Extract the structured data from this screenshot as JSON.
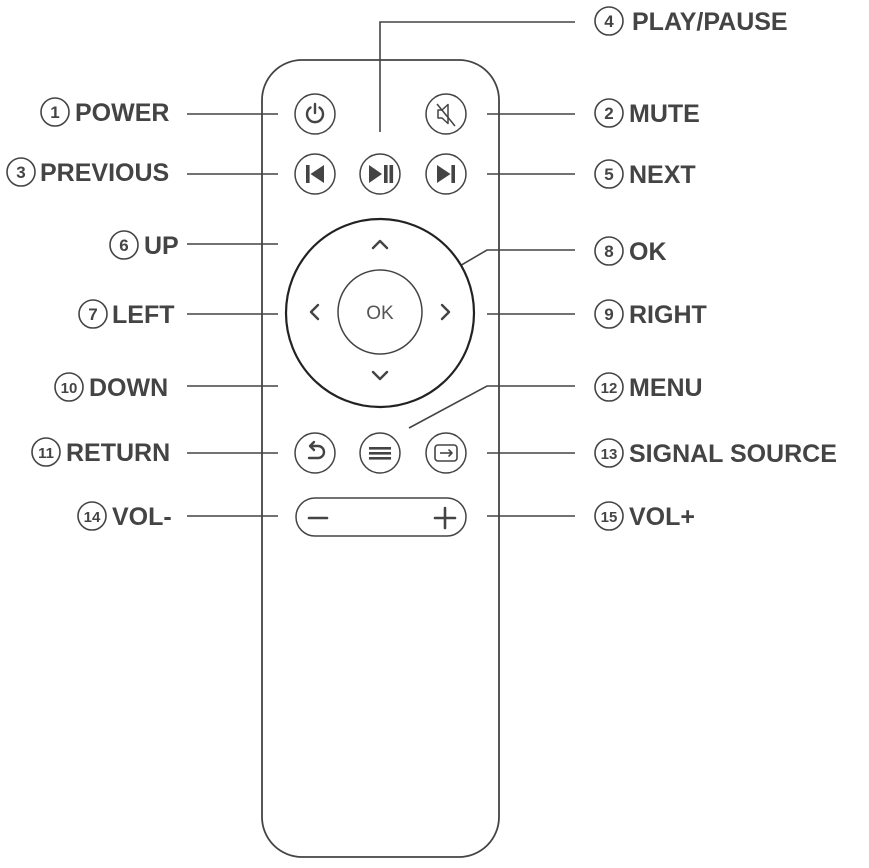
{
  "labels": {
    "power": {
      "num": "1",
      "text": "POWER"
    },
    "mute": {
      "num": "2",
      "text": "MUTE"
    },
    "previous": {
      "num": "3",
      "text": "PREVIOUS"
    },
    "play_pause": {
      "num": "4",
      "text": "PLAY/PAUSE"
    },
    "next": {
      "num": "5",
      "text": "NEXT"
    },
    "up": {
      "num": "6",
      "text": "UP"
    },
    "left": {
      "num": "7",
      "text": "LEFT"
    },
    "ok": {
      "num": "8",
      "text": "OK"
    },
    "right": {
      "num": "9",
      "text": "RIGHT"
    },
    "down": {
      "num": "10",
      "text": "DOWN"
    },
    "return": {
      "num": "11",
      "text": "RETURN"
    },
    "menu": {
      "num": "12",
      "text": "MENU"
    },
    "signal_source": {
      "num": "13",
      "text": "SIGNAL SOURCE"
    },
    "vol_minus": {
      "num": "14",
      "text": "VOL-"
    },
    "vol_plus": {
      "num": "15",
      "text": "VOL+"
    }
  },
  "remote": {
    "ok_button_text": "OK"
  },
  "colors": {
    "ink": "#444444",
    "background": "#ffffff"
  }
}
